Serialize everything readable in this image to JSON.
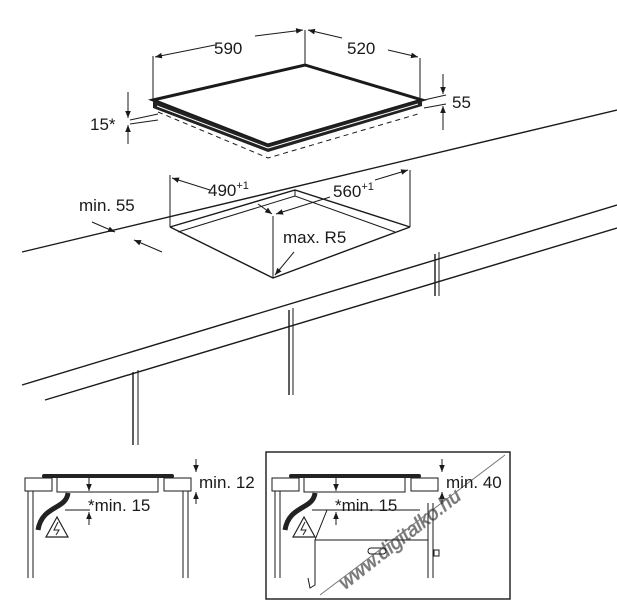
{
  "diagram": {
    "hob": {
      "width": "590",
      "depth": "520",
      "height": "55",
      "clearance": "15*"
    },
    "cutout": {
      "width": "490",
      "width_tol": "+1",
      "depth": "560",
      "depth_tol": "+1",
      "front_min": "min. 55",
      "radius": "max. R5"
    },
    "section_left": {
      "top_min": "min. 12",
      "below_min": "*min. 15"
    },
    "section_right": {
      "top_min": "min. 40",
      "below_min": "*min. 15"
    },
    "watermark": "www.digitalko.hu"
  }
}
